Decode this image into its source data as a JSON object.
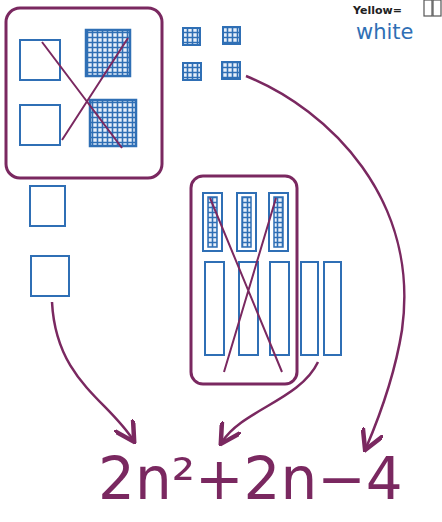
{
  "diagram": {
    "labels": [
      "Yellow=",
      "white",
      "2n²+2n−4"
    ]
  }
}
